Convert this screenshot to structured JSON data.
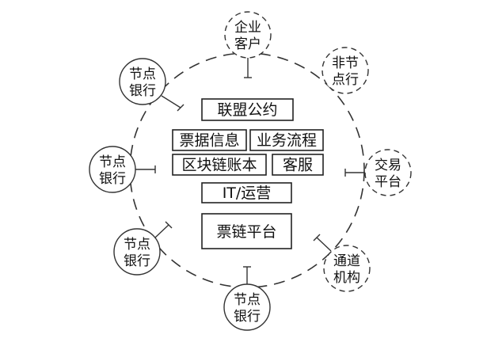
{
  "platform": {
    "boxes": [
      {
        "id": "alliance",
        "label": "联盟公约"
      },
      {
        "id": "bill-info",
        "label": "票据信息"
      },
      {
        "id": "business-flow",
        "label": "业务流程"
      },
      {
        "id": "ledger",
        "label": "区块链账本"
      },
      {
        "id": "service",
        "label": "客服"
      },
      {
        "id": "it-ops",
        "label": "IT/运营"
      },
      {
        "id": "bill-chain",
        "label": "票链平台"
      }
    ]
  },
  "nodes": [
    {
      "id": "enterprise-client",
      "line1": "企业",
      "line2": "客户",
      "dashed": true
    },
    {
      "id": "non-node-bank",
      "line1": "非节",
      "line2": "点行",
      "dashed": true
    },
    {
      "id": "node-bank-upper-left",
      "line1": "节点",
      "line2": "银行",
      "dashed": false
    },
    {
      "id": "exchange-platform",
      "line1": "交易",
      "line2": "平台",
      "dashed": true
    },
    {
      "id": "node-bank-left",
      "line1": "节点",
      "line2": "银行",
      "dashed": false
    },
    {
      "id": "node-bank-lower-left",
      "line1": "节点",
      "line2": "银行",
      "dashed": false
    },
    {
      "id": "channel-institution",
      "line1": "通道",
      "line2": "机构",
      "dashed": true
    },
    {
      "id": "node-bank-bottom",
      "line1": "节点",
      "line2": "银行",
      "dashed": false
    }
  ]
}
